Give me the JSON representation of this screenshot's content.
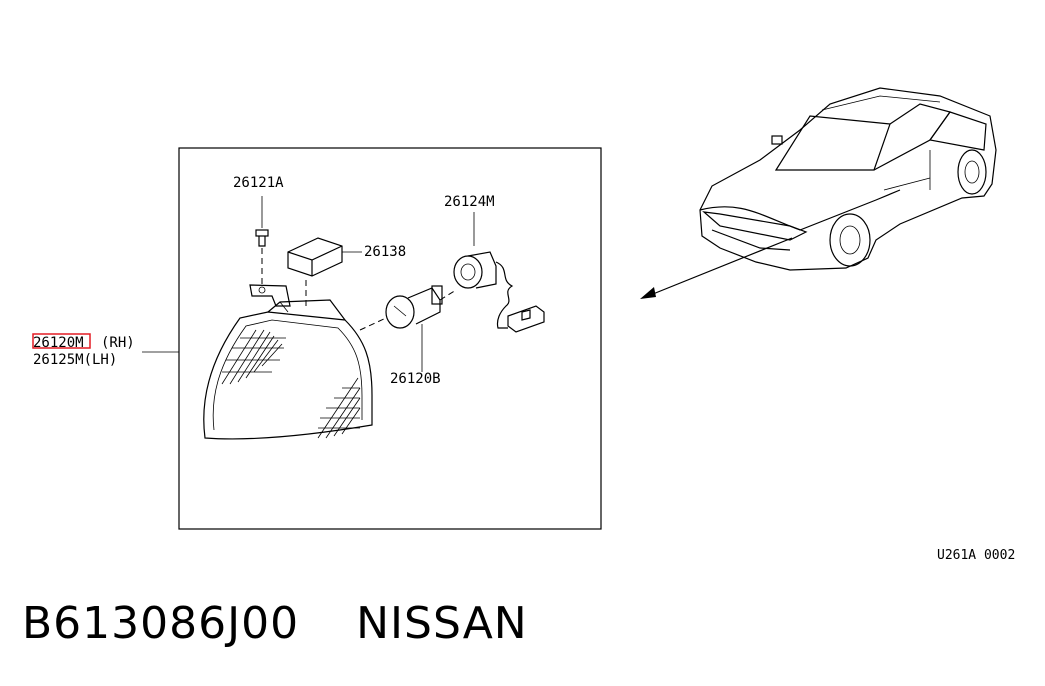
{
  "labels": {
    "screw": "26121A",
    "cap": "26138",
    "socket": "26124M",
    "bulb": "26120B",
    "lamp_rh_part": "26120M",
    "lamp_rh_side": "(RH)",
    "lamp_lh": "26125M(LH)"
  },
  "illustration_code": "U261A 0002",
  "footer": {
    "part_number": "B613086J00",
    "brand": "NISSAN"
  },
  "colors": {
    "highlight": "#e31b23",
    "line": "#000000"
  }
}
